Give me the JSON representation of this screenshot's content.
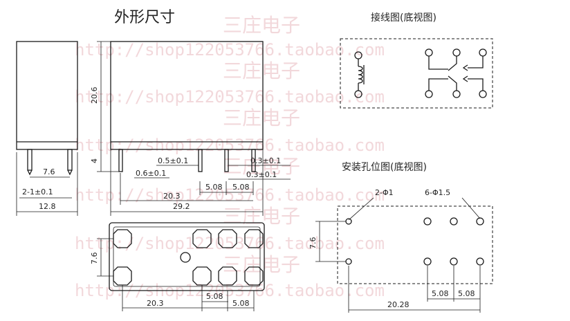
{
  "titles": {
    "outline": "外形尺寸",
    "wiring": "接线图(底视图)",
    "mounting": "安装孔位图(底视图)"
  },
  "watermark": {
    "text": "http://shop122053766.taobao.com",
    "cn": "三庄电子"
  },
  "dims": {
    "height": "20.6",
    "pin_len": "4",
    "side_pitch": "7.6",
    "side_pin": "2-1±0.1",
    "depth": "12.8",
    "pin_w1": "0.5±0.1",
    "pin_w2": "0.6±0.1",
    "pin_t1": "0.3±0.1",
    "pin_t2": "0.3±0.1",
    "p1": "5.08",
    "p2": "5.08",
    "span": "20.3",
    "length": "29.2",
    "bottom_pitch": "7.6",
    "bottom_span": "20.3",
    "bottom_p1": "5.08",
    "bottom_p2": "5.08",
    "hole_2": "2-Φ1",
    "hole_6": "6-Φ1.5",
    "m_pitch": "7.6",
    "m_p1": "5.08",
    "m_p2": "5.08",
    "m_span": "20.28"
  },
  "colors": {
    "line": "#1a1a1a",
    "watermark": "#e9b9bf"
  }
}
